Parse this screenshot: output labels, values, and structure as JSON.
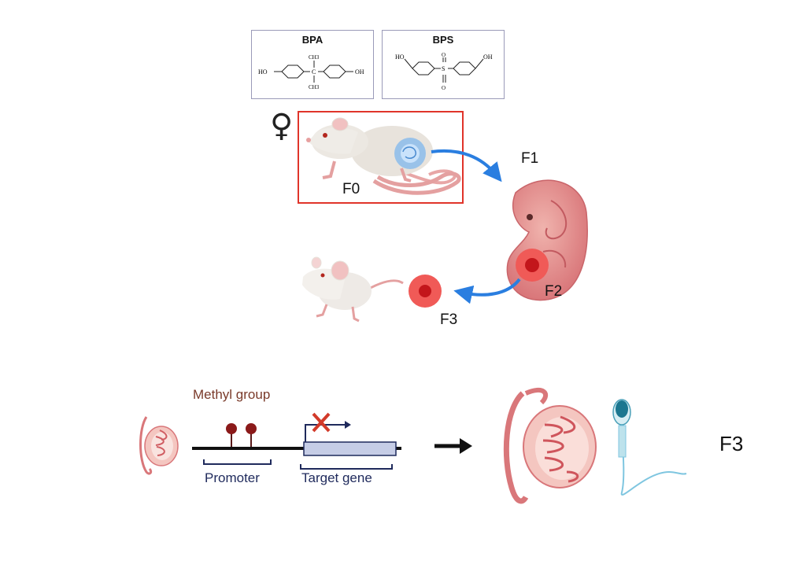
{
  "chemicals": [
    {
      "name": "BPA",
      "groups": {
        "left": "HO",
        "right": "OH",
        "top": "CH3",
        "center": "C",
        "bottom": "CH3"
      }
    },
    {
      "name": "BPS",
      "groups": {
        "left": "HO",
        "right": "OH",
        "center": "S",
        "top": "O",
        "bottom": "O"
      }
    }
  ],
  "generations": {
    "f0": "F0",
    "f1": "F1",
    "f2": "F2",
    "f3": "F3"
  },
  "female_symbol": "♀",
  "methylation": {
    "methyl_label": "Methyl group",
    "promoter_label": "Promoter",
    "target_label": "Target gene",
    "result_label": "F3"
  },
  "colors": {
    "highlight_box": "#e0342a",
    "arrow_blue": "#2a7ee0",
    "gene_box": "#c6cde6",
    "methyl": "#8b1a1a",
    "navy": "#1f2a5c"
  }
}
